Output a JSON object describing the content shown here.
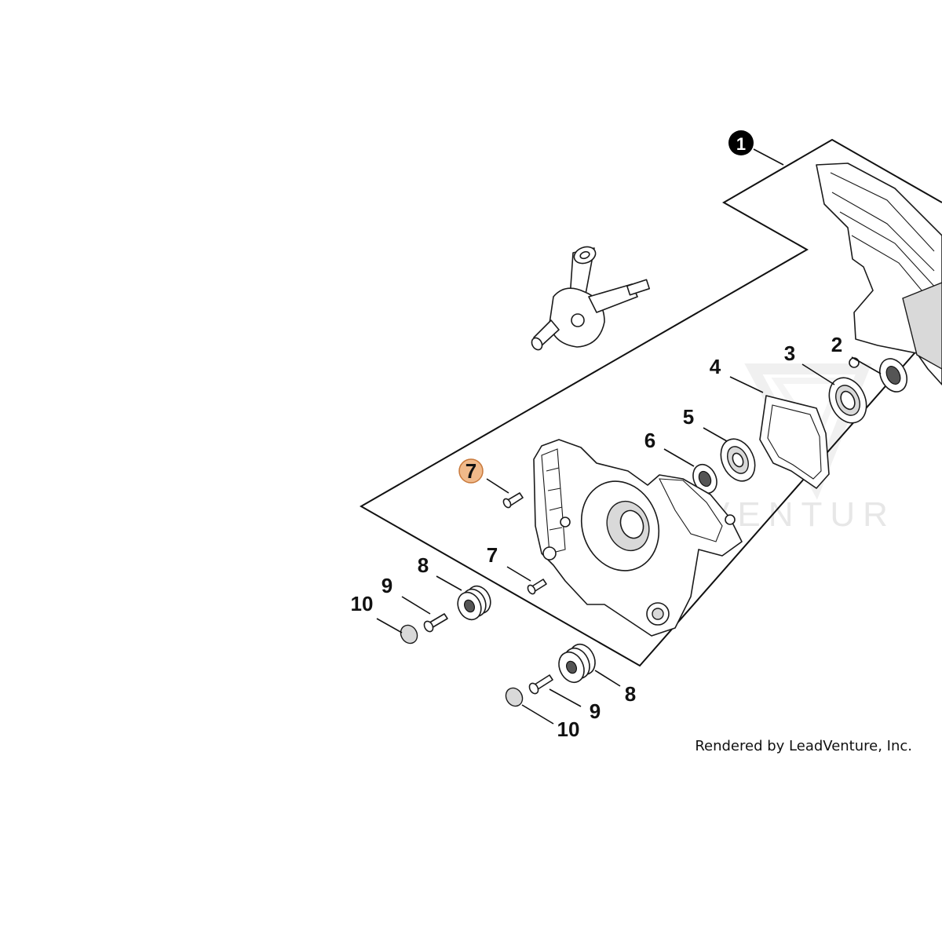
{
  "assembly_badge": {
    "label": "1"
  },
  "callouts": [
    {
      "id": "c2",
      "label": "2"
    },
    {
      "id": "c3",
      "label": "3"
    },
    {
      "id": "c4",
      "label": "4"
    },
    {
      "id": "c5",
      "label": "5"
    },
    {
      "id": "c6",
      "label": "6"
    },
    {
      "id": "c7a",
      "label": "7"
    },
    {
      "id": "c7b",
      "label": "7"
    },
    {
      "id": "c8a",
      "label": "8"
    },
    {
      "id": "c8b",
      "label": "8"
    },
    {
      "id": "c9a",
      "label": "9"
    },
    {
      "id": "c9b",
      "label": "9"
    },
    {
      "id": "c10a",
      "label": "10"
    },
    {
      "id": "c10b",
      "label": "10"
    }
  ],
  "highlight": {
    "color": "#f0b98a",
    "border": "#c8783a"
  },
  "watermark": "VENTUR",
  "credit": "Rendered by LeadVenture, Inc."
}
